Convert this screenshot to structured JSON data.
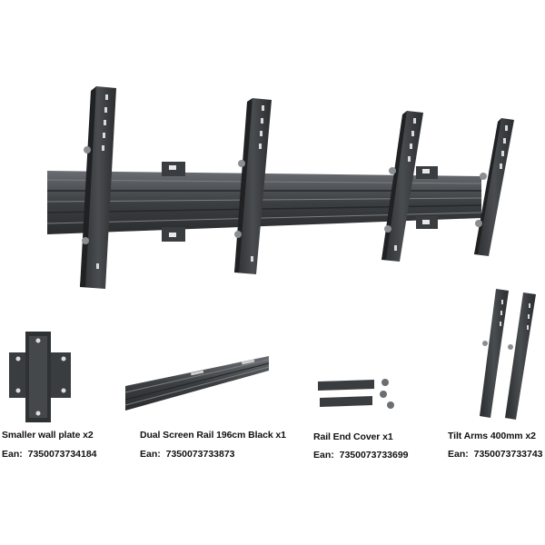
{
  "components": [
    {
      "name": "Smaller wall plate x2",
      "ean_label": "Ean:",
      "ean": "7350073734184"
    },
    {
      "name": "Dual Screen Rail 196cm Black x1",
      "ean_label": "Ean:",
      "ean": "7350073733873"
    },
    {
      "name": "Rail End Cover x1",
      "ean_label": "Ean:",
      "ean": "7350073733699"
    },
    {
      "name": "Tilt Arms 400mm x2",
      "ean_label": "Ean:",
      "ean": "7350073733743"
    }
  ],
  "colors": {
    "metal": "#3a3d40",
    "metal_dark": "#232527",
    "metal_light": "#5a5e62",
    "background": "#ffffff"
  }
}
